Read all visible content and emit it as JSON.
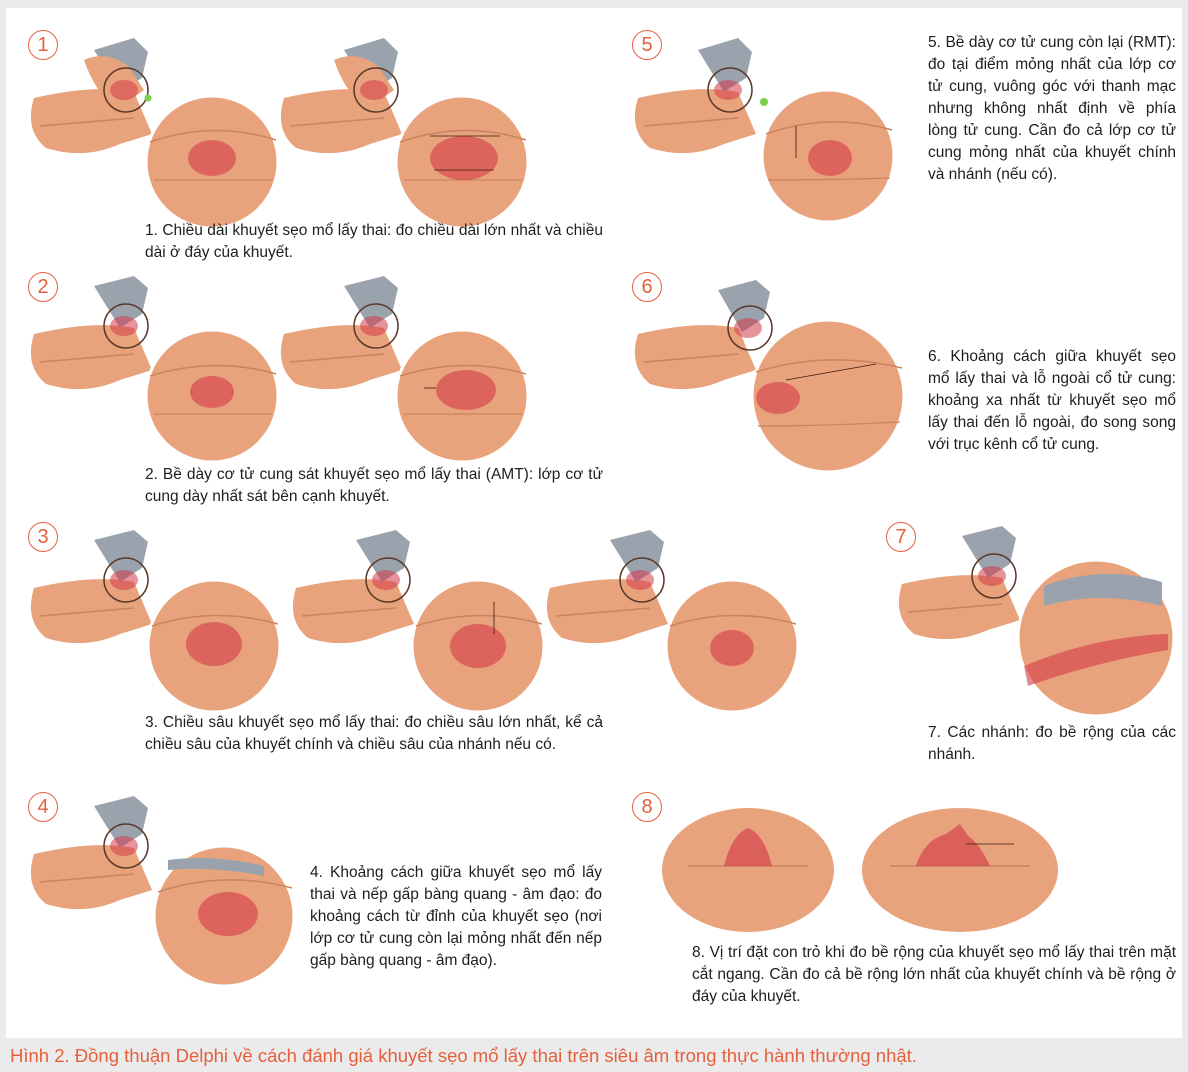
{
  "figure": {
    "caption": "Hình 2. Đồng thuận Delphi về cách đánh giá khuyết sẹo mổ lấy thai trên siêu âm trong thực hành thường nhật.",
    "colors": {
      "accent": "#e5603c",
      "uterus": "#e8a37d",
      "uterus_dark": "#c8845e",
      "defect": "#d43a48",
      "bladder": "#9aa3ad"
    }
  },
  "panels": [
    {
      "number": "1",
      "text": "1. Chiều dài khuyết sẹo mổ lấy thai: đo chiều dài lớn nhất và chiều dài ở đáy của khuyết."
    },
    {
      "number": "2",
      "text": "2. Bề dày cơ tử cung sát khuyết sẹo mổ lấy thai (AMT): lớp cơ tử cung dày nhất sát bên cạnh khuyết."
    },
    {
      "number": "3",
      "text": "3. Chiều sâu khuyết sẹo mổ lấy thai: đo chiều sâu lớn nhất, kể cả chiều sâu của khuyết chính và chiều sâu của nhánh nếu có."
    },
    {
      "number": "4",
      "text": "4. Khoảng cách giữa khuyết sẹo mổ lấy thai và nếp gấp bàng quang - âm đạo: đo khoảng cách từ đỉnh của khuyết sẹo (nơi lớp cơ tử cung còn lại mỏng nhất đến nếp gấp bàng quang - âm đạo)."
    },
    {
      "number": "5",
      "text": "5. Bề dày cơ tử cung còn lại (RMT): đo tại điểm mỏng nhất của lớp cơ tử cung, vuông góc với thanh mạc nhưng không nhất định về phía lòng tử cung. Cần đo cả lớp cơ tử cung mỏng nhất của khuyết chính và nhánh (nếu có)."
    },
    {
      "number": "6",
      "text": "6. Khoảng cách giữa khuyết sẹo mổ lấy thai và lỗ ngoài cổ tử cung: khoảng xa nhất từ khuyết sẹo mổ lấy thai đến lỗ ngoài, đo song song với trục kênh cổ tử cung."
    },
    {
      "number": "7",
      "text": "7. Các nhánh: đo bề rộng của các nhánh."
    },
    {
      "number": "8",
      "text": "8. Vị trí đặt con trỏ khi đo bề rộng của khuyết sẹo mổ lấy thai trên mặt cắt ngang. Cần đo cả bề rộng lớn nhất của khuyết chính và bề rộng ở đáy của khuyết."
    }
  ]
}
